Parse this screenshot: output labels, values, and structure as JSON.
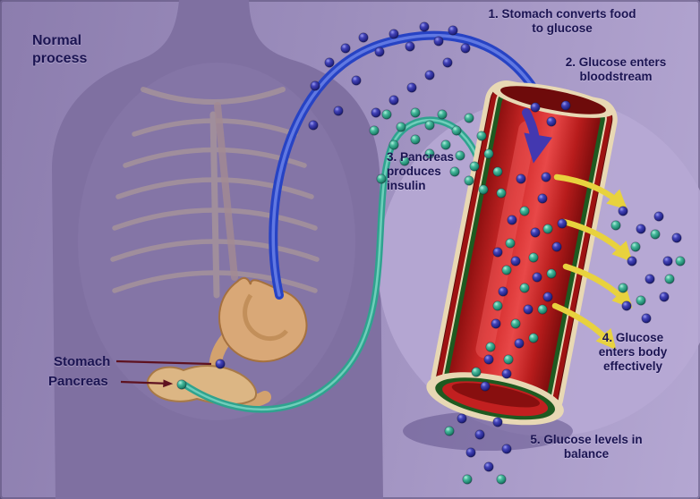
{
  "title": "Normal process",
  "steps": {
    "s1": "1. Stomach converts food to glucose",
    "s2": "2. Glucose enters bloodstream",
    "s3": "3. Pancreas produces insulin",
    "s4": "4. Glucose enters body effectively",
    "s5": "5. Glucose levels in balance"
  },
  "anatomy": {
    "stomach": "Stomach",
    "pancreas": "Pancreas"
  },
  "colors": {
    "background": "#a295c4",
    "body_silhouette": "#7f70a1",
    "glucose_dot": "#2e2e96",
    "insulin_dot": "#2fa184",
    "vessel_red": "#c01818",
    "vessel_wall_green": "#1e5a20",
    "vessel_rim_cream": "#e8d8b4",
    "arrow_blue": "#2743c4",
    "curve_teal": "#2fa38f",
    "arrow_yellow": "#e8d23e",
    "label_text": "#1b1452"
  }
}
